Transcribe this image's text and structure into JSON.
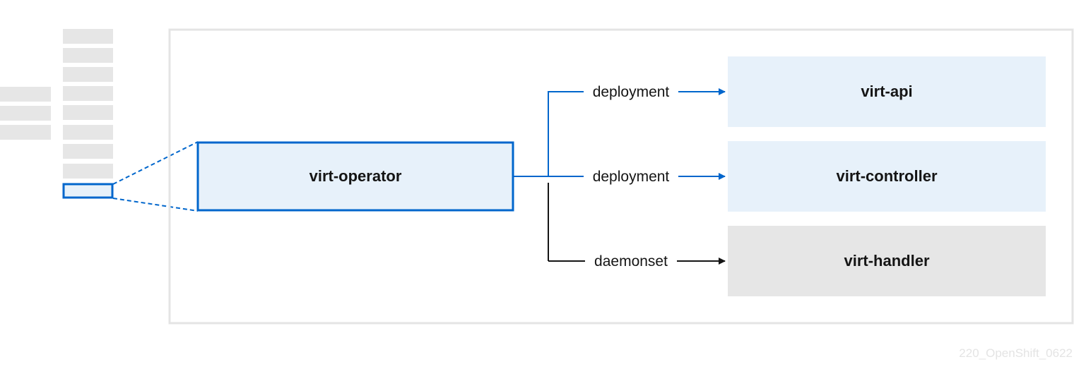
{
  "nodes": {
    "operator": "virt-operator",
    "api": "virt-api",
    "controller": "virt-controller",
    "handler": "virt-handler"
  },
  "edges": {
    "api": "deployment",
    "controller": "deployment",
    "handler": "daemonset"
  },
  "watermark": "220_OpenShift_0622",
  "colors": {
    "accent_blue": "#0066cc",
    "light_blue_fill": "#e7f1fa",
    "gray_fill": "#e6e6e6",
    "frame_gray": "#e4e4e4",
    "text_dark": "#151515"
  }
}
